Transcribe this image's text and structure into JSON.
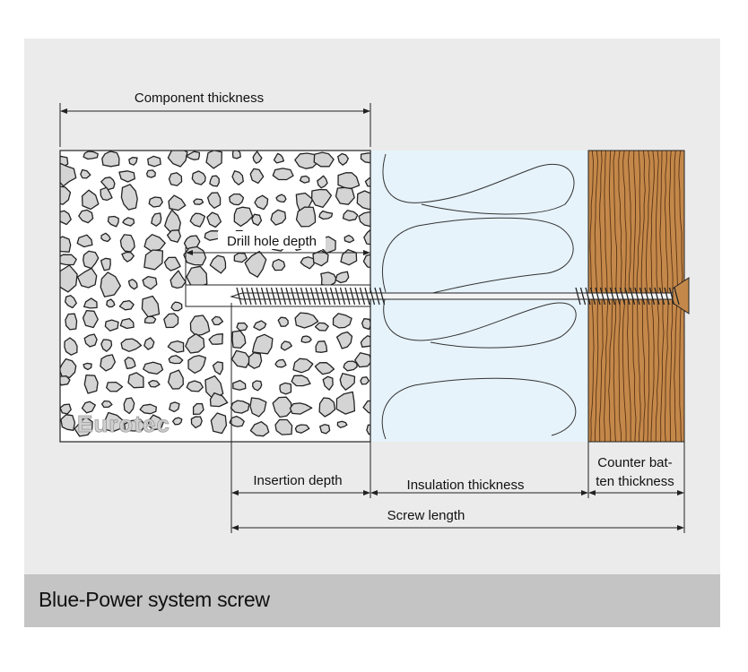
{
  "labels": {
    "component_thickness": "Component thickness",
    "drill_hole_depth": "Drill hole depth",
    "insertion_depth": "Insertion depth",
    "insulation_thickness": "Insulation thickness",
    "counter_batten_line1": "Counter bat-",
    "counter_batten_line2": "ten thickness",
    "screw_length": "Screw length"
  },
  "watermark": "Eurotec",
  "caption": "Blue-Power system screw",
  "colors": {
    "panel_bg": "#ebebeb",
    "caption_bg": "#c4c4c4",
    "concrete_bg": "#ffffff",
    "aggregate_fill": "#d4d4d4",
    "insulation_fill": "#e6f3fb",
    "wood_fill": "#c4884a",
    "line": "#222222"
  }
}
